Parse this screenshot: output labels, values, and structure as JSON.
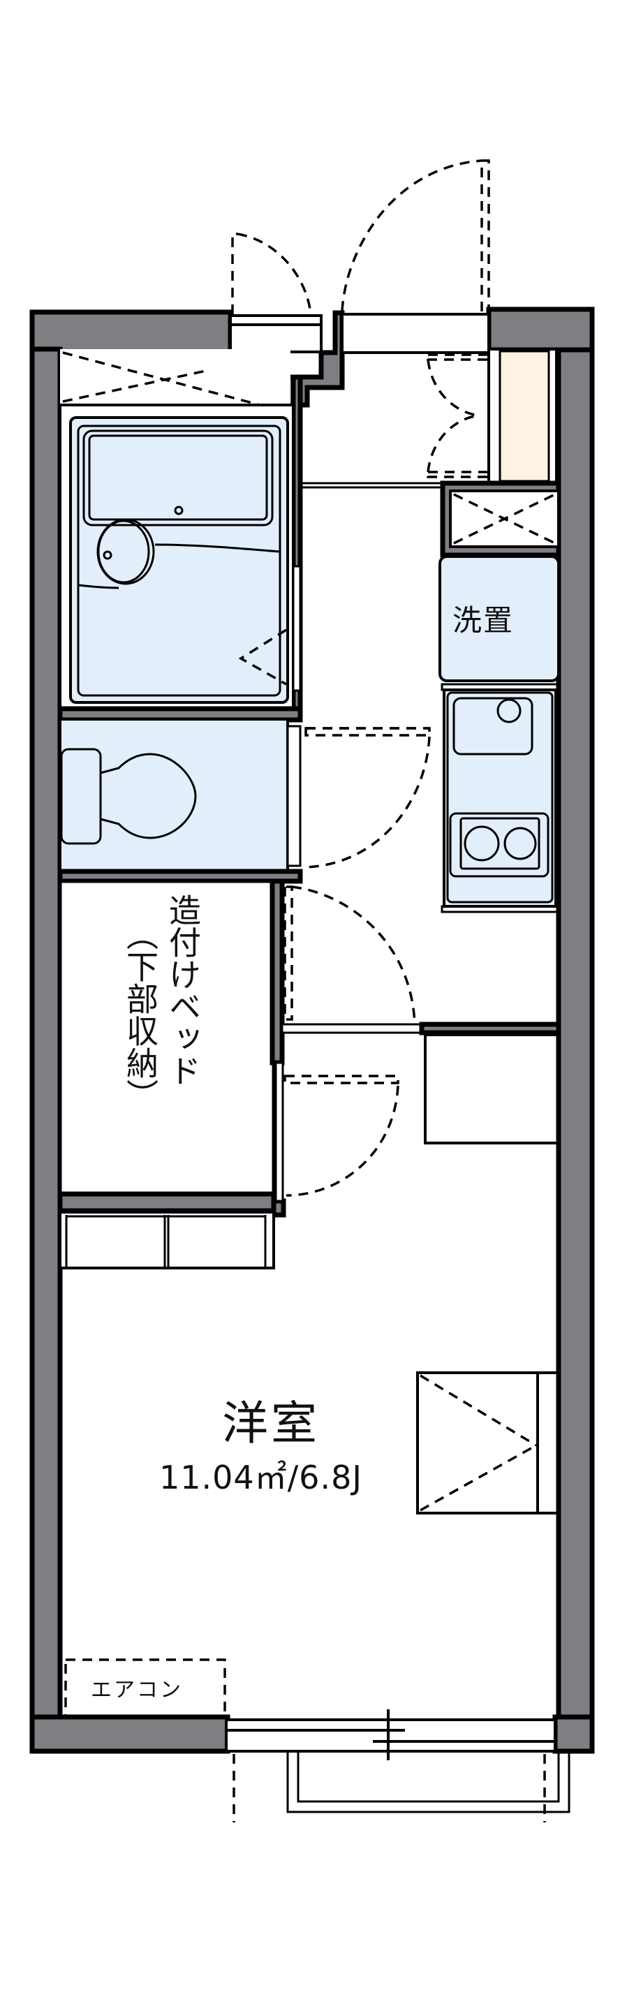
{
  "floorplan": {
    "rooms": {
      "western_room": {
        "label": "洋室",
        "area": "11.04㎡/6.8J"
      },
      "laundry": {
        "label": "洗置"
      },
      "built_in_bed": {
        "label_line1": "造付けベッド",
        "label_line2": "（下部収納）"
      },
      "air_conditioner": {
        "label": "エアコン"
      }
    },
    "colors": {
      "wall": "#7f7e83",
      "fixture_fill": "#e3eefb",
      "shoe_closet_fill": "#fdf3e2",
      "line": "#000000",
      "background": "#ffffff"
    }
  }
}
